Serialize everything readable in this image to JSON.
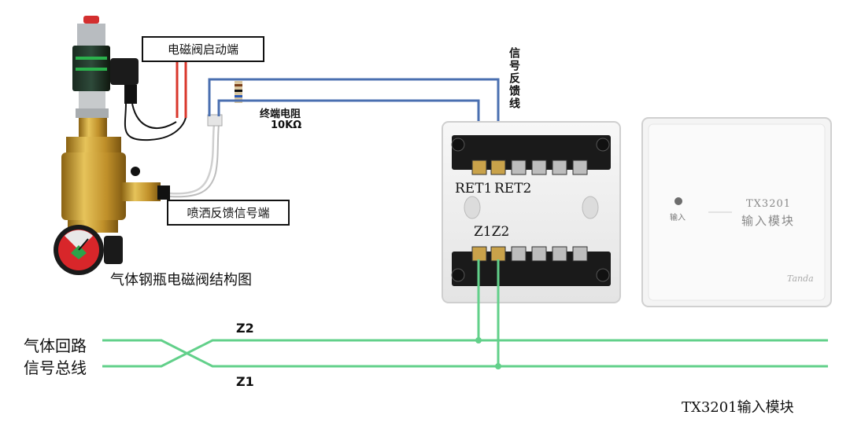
{
  "labels": {
    "valve_start": "电磁阀启动端",
    "spray_feedback": "喷洒反馈信号端",
    "valve_caption": "气体钢瓶电磁阀结构图",
    "terminal_resistor_line1": "终端电阻",
    "terminal_resistor_line2": "10KΩ",
    "feedback_line": "信号反馈线",
    "ret1": "RET1",
    "ret2": "RET2",
    "z1z2": "Z1Z2",
    "z2": "Z2",
    "z1": "Z1",
    "bus_line1": "气体回路",
    "bus_line2": "信号总线",
    "module_caption": "TX3201输入模块"
  },
  "module": {
    "model": "TX3201",
    "name": "输入模块",
    "led_label": "输入",
    "brand": "Tanda"
  },
  "colors": {
    "wire_blue": "#4a6fb0",
    "wire_red": "#d9362b",
    "bus_green": "#62d08a",
    "brass": "#c99a2e"
  }
}
